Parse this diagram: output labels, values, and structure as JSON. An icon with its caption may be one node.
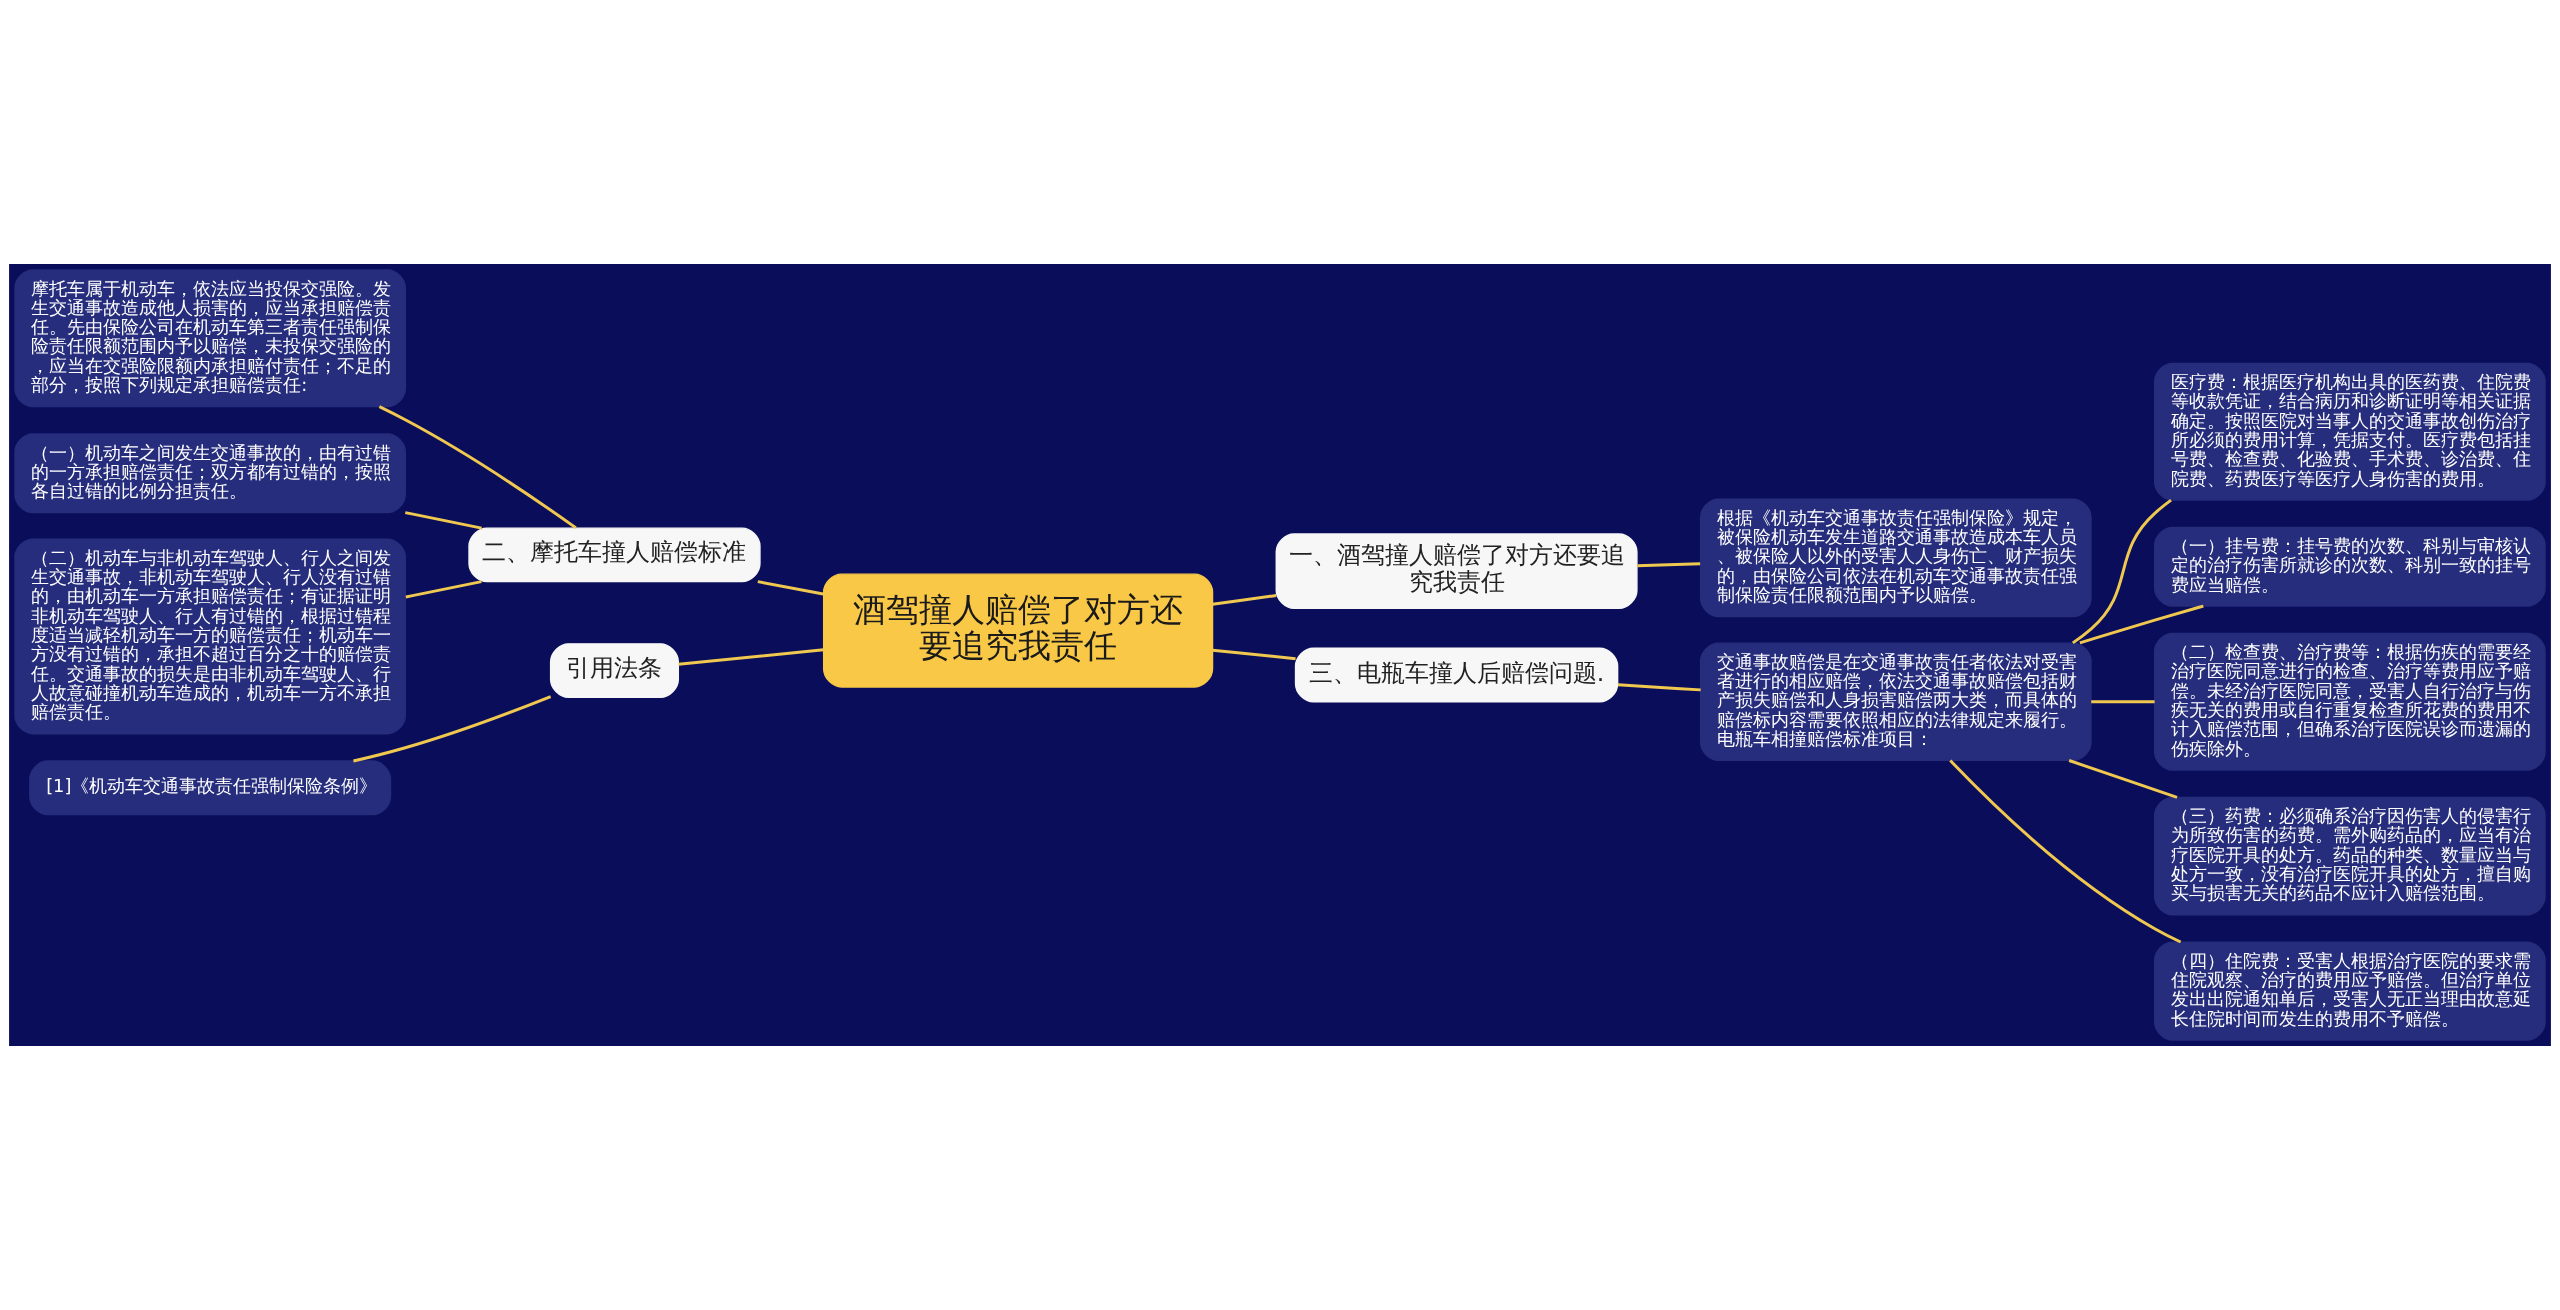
{
  "diagram": {
    "nodes": [
      {
        "text": [
          "酒驾撞人赔偿了对方还要追究我责任"
        ]
      },
      {
        "text": [
          "一、酒驾撞人赔偿了对方还要追究我责任"
        ]
      },
      {
        "text": [
          "根据《机动车交通事故责任强制保险》规定，被保险机动车发生道路交通事故造成本车人员、被保险人以外的受害人人身伤亡、财产损失的，由保险公司依法在机动车交通事故责任强制保险责任限额范围内予以赔偿。"
        ]
      },
      {
        "text": [
          "三、电瓶车撞人后赔偿问题."
        ]
      },
      {
        "text": [
          "交通事故赔偿是在交通事故责任者依法对受害者进行的相应赔偿，依法交通事故赔偿包括财产损失赔偿和人身损害赔偿两大类，而具体的赔偿标内容需要依照相应的法律规定来履行。电瓶车相撞赔偿标准项目："
        ]
      },
      {
        "text": [
          "医疗费：根据医疗机构出具的医药费、住院费等收款凭证，结合病历和诊断证明等相关证据确定。按照医院对当事人的交通事故创伤治疗所必须的费用计算，凭据支付。医疗费包括挂号费、检查费、化验费、手术费、诊治费、住院费、药费医疗等医疗人身伤害的费用。"
        ]
      },
      {
        "text": [
          "（一）挂号费：挂号费的次数、科别与审核认定的治疗伤害所就诊的次数、科别一致的挂号费应当赔偿。"
        ]
      },
      {
        "text": [
          "（二）检查费、治疗费等：根据伤疾的需要经治疗医院同意进行的检查、治疗等费用应予赔偿。未经治疗医院同意，受害人自行治疗与伤疾无关的费用或自行重复检查所花费的费用不计入赔偿范围，但确系治疗医院误诊而遗漏的伤疾除外。"
        ]
      },
      {
        "text": [
          "（三）药费：必须确系治疗因伤害人的侵害行为所致伤害的药费。需外购药品的，应当有治疗医院开具的处方。药品的种类、数量应当与处方一致，没有治疗医院开具的处方，擅自购买与损害无关的药品不应计入赔偿范围。"
        ]
      },
      {
        "text": [
          "（四）住院费：受害人根据治疗医院的要求需住院观察、治疗的费用应予赔偿。但治疗单位发出出院通知单后，受害人无正当理由故意延长住院时间而发生的费用不予赔偿。"
        ]
      },
      {
        "text": [
          "二、摩托车撞人赔偿标准"
        ]
      },
      {
        "text": [
          "摩托车属于机动车，依法应当投保交强险。发生交通事故造成他人损害的，应当承担赔偿责任。先由保险公司在机动车第三者责任强制保险责任限额范围内予以赔偿，未投保交强险的，应当在交强险限额内承担赔付责任；不足的部分，按照下列规定承担赔偿责任:"
        ]
      },
      {
        "text": [
          "（一）机动车之间发生交通事故的，由有过错的一方承担赔偿责任；双方都有过错的，按照各自过错的比例分担责任。"
        ]
      },
      {
        "text": [
          "（二）机动车与非机动车驾驶人、行人之间发生交通事故，非机动车驾驶人、行人没有过错的，由机动车一方承担赔偿责任；有证据证明非机动车驾驶人、行人有过错的，根据过错程度适当减轻机动车一方的赔偿责任；机动车一方没有过错的，承担不超过百分之十的赔偿责任。交通事故的损失是由非机动车驾驶人、行人故意碰撞机动车造成的，机动车一方不承担赔偿责任。"
        ]
      },
      {
        "text": [
          "引用法条"
        ]
      },
      {
        "text": [
          "[1]《机动车交通事故责任强制保险条例》"
        ]
      }
    ],
    "edges": [
      {
        "from": 0,
        "to": 1,
        "arrow": "none"
      },
      {
        "from": 1,
        "to": 2,
        "arrow": "none"
      },
      {
        "from": 0,
        "to": 3,
        "arrow": "none"
      },
      {
        "from": 3,
        "to": 4,
        "arrow": "none"
      },
      {
        "from": 4,
        "to": 5,
        "arrow": "none"
      },
      {
        "from": 4,
        "to": 6,
        "arrow": "none"
      },
      {
        "from": 4,
        "to": 7,
        "arrow": "none"
      },
      {
        "from": 4,
        "to": 8,
        "arrow": "none"
      },
      {
        "from": 4,
        "to": 9,
        "arrow": "none"
      },
      {
        "from": 0,
        "to": 10,
        "arrow": "none"
      },
      {
        "from": 10,
        "to": 11,
        "arrow": "none"
      },
      {
        "from": 10,
        "to": 12,
        "arrow": "none"
      },
      {
        "from": 10,
        "to": 13,
        "arrow": "none"
      },
      {
        "from": 0,
        "to": 14,
        "arrow": "none"
      },
      {
        "from": 14,
        "to": 15,
        "arrow": "none"
      }
    ]
  }
}
